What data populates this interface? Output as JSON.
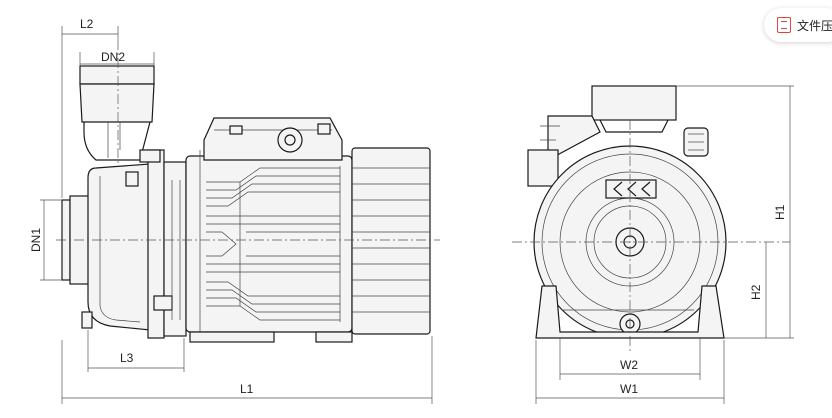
{
  "labels": {
    "l2": "L2",
    "dn2": "DN2",
    "dn1": "DN1",
    "l3": "L3",
    "l1": "L1",
    "h1": "H1",
    "h2": "H2",
    "w2": "W2",
    "w1": "W1"
  },
  "badge": {
    "text": "文件压",
    "icon": "document-compress-icon",
    "accent": "#e0463c"
  },
  "colors": {
    "line": "#1a1a1a",
    "background": "#ffffff"
  }
}
